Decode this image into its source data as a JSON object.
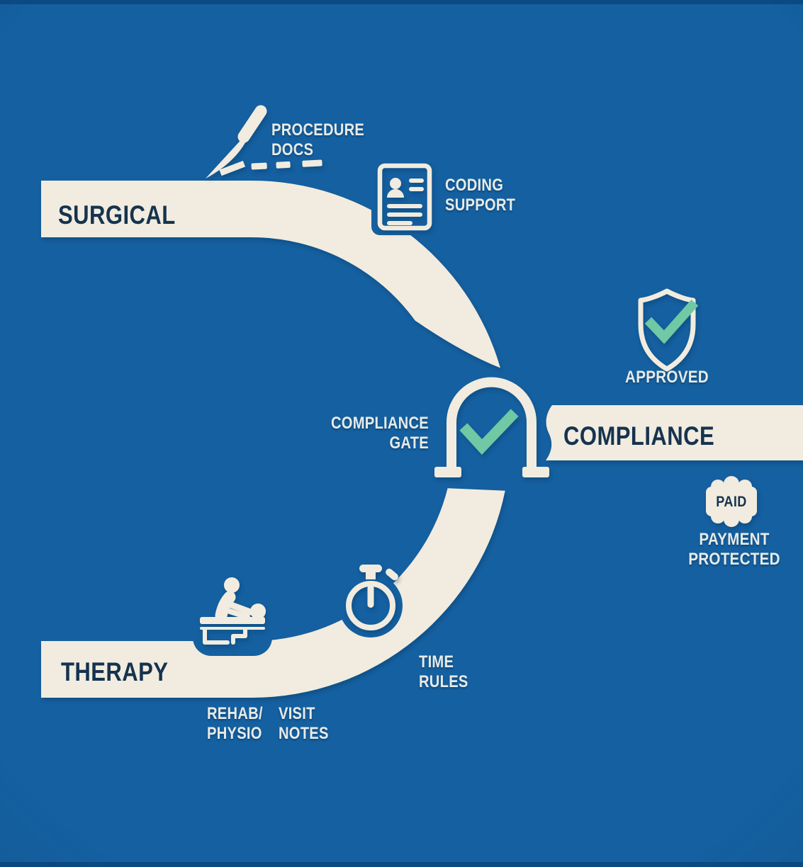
{
  "colors": {
    "bg": "#1560a0",
    "bg_edge": "#0c4a84",
    "road": "#f1ecdf",
    "navy": "#16334f",
    "light": "#e7ebe8",
    "green": "#6fc8a4"
  },
  "lanes": {
    "surgical": {
      "label": "SURGICAL"
    },
    "therapy": {
      "label": "THERAPY"
    },
    "compliance": {
      "label": "COMPLIANCE"
    }
  },
  "milestones": {
    "procedure_docs": {
      "line1": "PROCEDURE",
      "line2": "DOCS"
    },
    "coding_support": {
      "line1": "CODING",
      "line2": "SUPPORT"
    },
    "compliance_gate": {
      "line1": "COMPLIANCE",
      "line2": "GATE"
    },
    "approved": {
      "label": "APPROVED"
    },
    "payment": {
      "badge": "PAID",
      "line1": "PAYMENT",
      "line2": "PROTECTED"
    },
    "time_rules": {
      "line1": "TIME",
      "line2": "RULES"
    },
    "rehab_physio": {
      "line1": "REHAB/",
      "line2": "PHYSIO"
    },
    "visit_notes": {
      "line1": "VISIT",
      "line2": "NOTES"
    }
  }
}
